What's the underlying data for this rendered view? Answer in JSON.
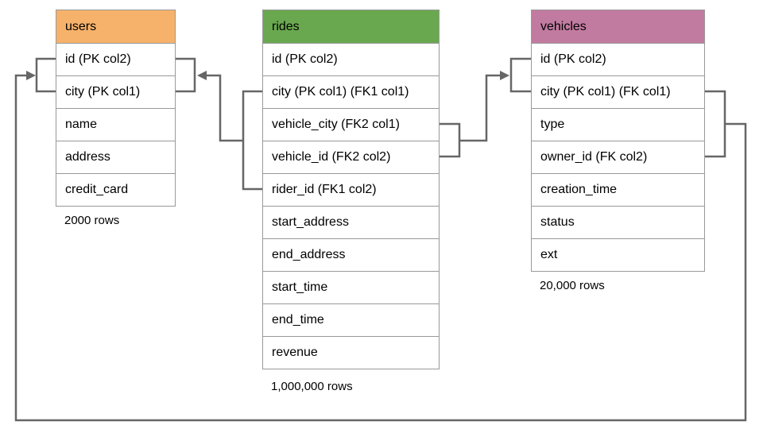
{
  "canvas": {
    "background": "#ffffff",
    "connector_color": "#666666",
    "table_border_color": "#999999"
  },
  "tables": {
    "users": {
      "title": "users",
      "header_color": "#F6B26B",
      "columns": [
        "id (PK col2)",
        "city (PK col1)",
        "name",
        "address",
        "credit_card"
      ],
      "row_count": "2000 rows"
    },
    "rides": {
      "title": "rides",
      "header_color": "#6AA84F",
      "columns": [
        "id (PK col2)",
        "city (PK col1) (FK1 col1)",
        "vehicle_city (FK2 col1)",
        "vehicle_id (FK2 col2)",
        "rider_id (FK1 col2)",
        "start_address",
        "end_address",
        "start_time",
        "end_time",
        "revenue"
      ],
      "row_count": "1,000,000 rows"
    },
    "vehicles": {
      "title": "vehicles",
      "header_color": "#C27BA0",
      "columns": [
        "id (PK col2)",
        "city (PK col1) (FK col1)",
        "type",
        "owner_id (FK col2)",
        "creation_time",
        "status",
        "ext"
      ],
      "row_count": "20,000 rows"
    }
  },
  "relationships": [
    {
      "from_table": "rides",
      "from_columns": [
        "city (PK col1) (FK1 col1)",
        "rider_id (FK1 col2)"
      ],
      "to_table": "users",
      "to_columns": [
        "id (PK col2)",
        "city (PK col1)"
      ],
      "arrow_points_to": "users"
    },
    {
      "from_table": "rides",
      "from_columns": [
        "vehicle_city (FK2 col1)",
        "vehicle_id (FK2 col2)"
      ],
      "to_table": "vehicles",
      "to_columns": [
        "id (PK col2)",
        "city (PK col1) (FK col1)"
      ],
      "arrow_points_to": "vehicles"
    },
    {
      "from_table": "vehicles",
      "from_columns": [
        "city (PK col1) (FK col1)",
        "owner_id (FK col2)"
      ],
      "to_table": "users",
      "to_columns": [
        "id (PK col2)",
        "city (PK col1)"
      ],
      "arrow_points_to": "users"
    }
  ]
}
